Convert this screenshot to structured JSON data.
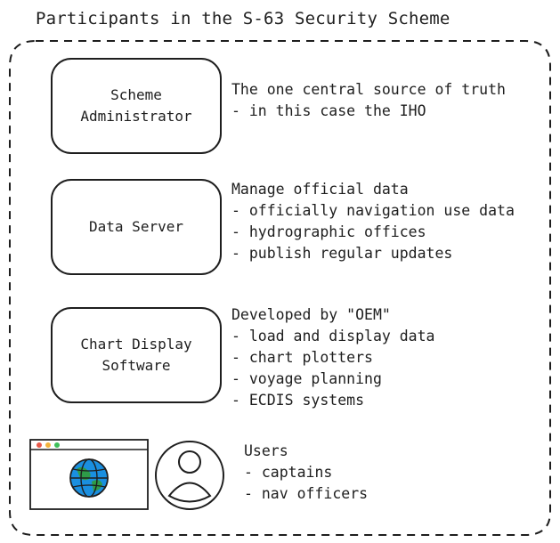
{
  "title": "Participants in the S-63 Security Scheme",
  "participants": [
    {
      "box_lines": [
        "Scheme",
        "Administrator"
      ],
      "description": [
        "The one central source of truth",
        "- in this case the IHO"
      ]
    },
    {
      "box_lines": [
        "Data Server"
      ],
      "description": [
        "Manage official data",
        "- officially navigation use data",
        "- hydrographic offices",
        "- publish regular updates"
      ]
    },
    {
      "box_lines": [
        "Chart Display",
        "Software"
      ],
      "description": [
        "Developed by \"OEM\"",
        "- load and display data",
        "- chart plotters",
        "- voyage planning",
        "- ECDIS systems"
      ]
    }
  ],
  "users": {
    "description": [
      "Users",
      "- captains",
      "- nav officers"
    ],
    "icons": [
      "browser-window-globe-icon",
      "user-avatar-icon"
    ]
  },
  "colors": {
    "stroke": "#1e1e1e",
    "globe_fill": "#1a8fe0",
    "globe_land": "#2e9b48",
    "dot_red": "#e8594a",
    "dot_yellow": "#f2b33d",
    "dot_green": "#3fbf5a"
  }
}
